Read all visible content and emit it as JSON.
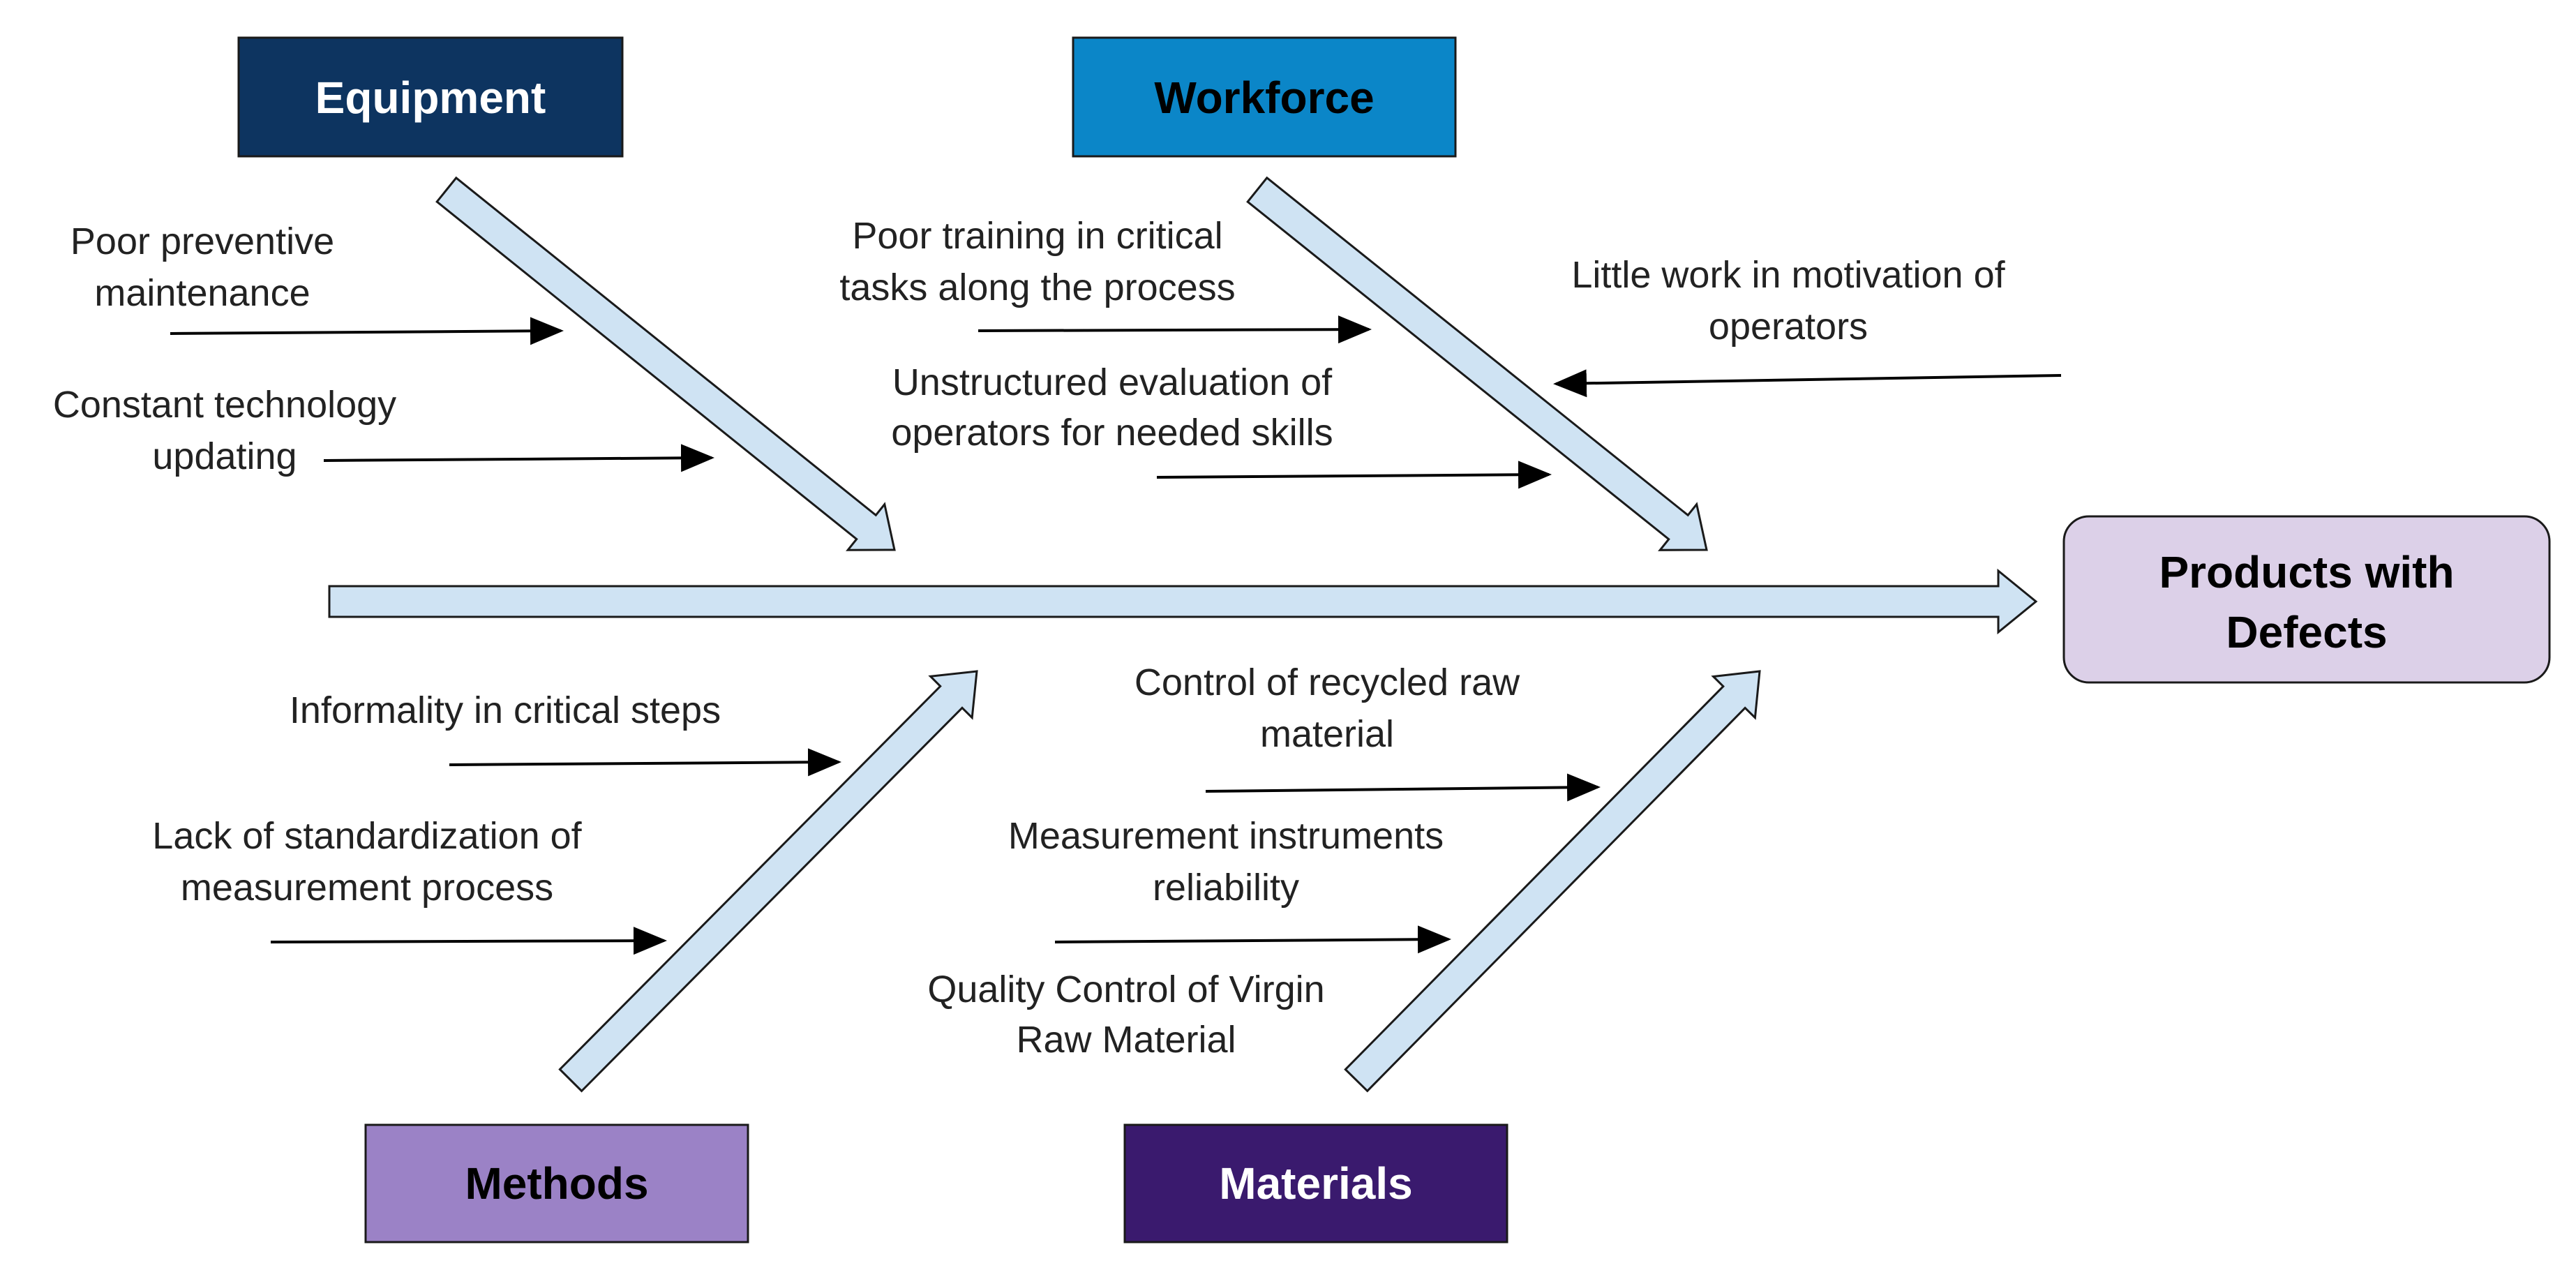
{
  "effect": {
    "line1": "Products with",
    "line2": "Defects",
    "fill": "#dcd0e8"
  },
  "categories": {
    "equipment": {
      "label": "Equipment",
      "fill": "#0d3460",
      "text_color": "#ffffff"
    },
    "workforce": {
      "label": "Workforce",
      "fill": "#0b86c8",
      "text_color": "#000000"
    },
    "methods": {
      "label": "Methods",
      "fill": "#9b82c6",
      "text_color": "#000000"
    },
    "materials": {
      "label": "Materials",
      "fill": "#3a1a6e",
      "text_color": "#ffffff"
    }
  },
  "causes": {
    "equipment": [
      {
        "line1": "Poor  preventive",
        "line2": "maintenance"
      },
      {
        "line1": "Constant technology",
        "line2": "updating"
      }
    ],
    "workforce": [
      {
        "line1": "Poor training in critical",
        "line2": "tasks along the process"
      },
      {
        "line1": "Unstructured evaluation of",
        "line2": "operators for needed skills"
      },
      {
        "line1": "Little work in motivation of",
        "line2": "operators"
      }
    ],
    "methods": [
      {
        "line1": "Informality in critical steps",
        "line2": ""
      },
      {
        "line1": "Lack of standardization of",
        "line2": "measurement process"
      }
    ],
    "materials": [
      {
        "line1": "Control of recycled raw",
        "line2": "material"
      },
      {
        "line1": "Measurement instruments",
        "line2": "reliability"
      },
      {
        "line1": "Quality Control of Virgin",
        "line2": "Raw Material"
      }
    ]
  },
  "colors": {
    "arrow_fill": "#cfe3f3",
    "arrow_stroke": "#1a1a1a"
  }
}
